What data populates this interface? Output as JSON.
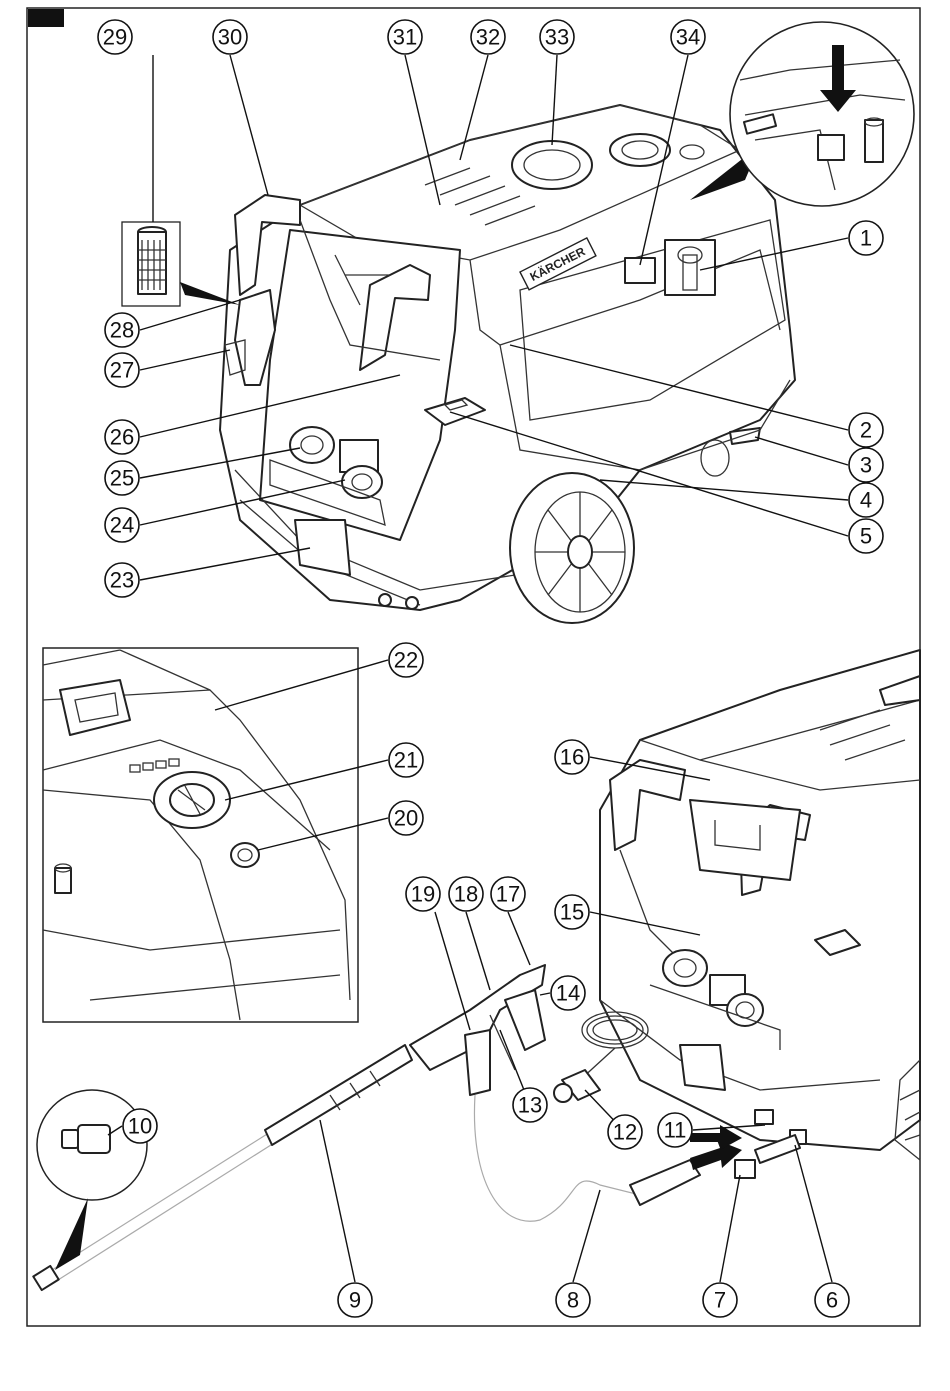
{
  "labels": {
    "n1": "1",
    "n2": "2",
    "n3": "3",
    "n4": "4",
    "n5": "5",
    "n6": "6",
    "n7": "7",
    "n8": "8",
    "n9": "9",
    "n10": "10",
    "n11": "11",
    "n12": "12",
    "n13": "13",
    "n14": "14",
    "n15": "15",
    "n16": "16",
    "n17": "17",
    "n18": "18",
    "n19": "19",
    "n20": "20",
    "n21": "21",
    "n22": "22",
    "n23": "23",
    "n24": "24",
    "n25": "25",
    "n26": "26",
    "n27": "27",
    "n28": "28",
    "n29": "29",
    "n30": "30",
    "n31": "31",
    "n32": "32",
    "n33": "33",
    "n34": "34"
  },
  "brand": {
    "logo_text": "KÄRCHER"
  }
}
